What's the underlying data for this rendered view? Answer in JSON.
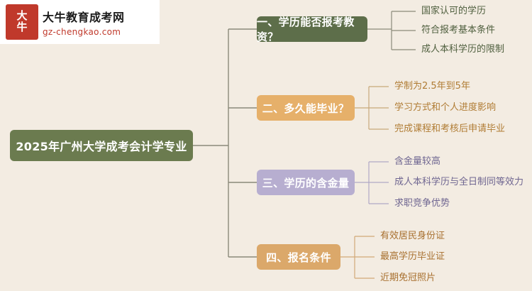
{
  "logo": {
    "mark_top": "大",
    "mark_bottom": "牛",
    "title": "大牛教育成考网",
    "subtitle": "gz-chengkao.com"
  },
  "mindmap": {
    "root": "2025年广州大学成考会计学专业",
    "branches": [
      {
        "id": "branch-1",
        "label": "一、学历能否报考教资？",
        "color": "#5d6e4a",
        "leaves": [
          "国家认可的学历",
          "符合报考基本条件",
          "成人本科学历的限制"
        ]
      },
      {
        "id": "branch-2",
        "label": "二、多久能毕业？",
        "color": "#e6b06a",
        "leaves": [
          "学制为2.5年到5年",
          "学习方式和个人进度影响",
          "完成课程和考核后申请毕业"
        ]
      },
      {
        "id": "branch-3",
        "label": "三、学历的含金量",
        "color": "#b7aed0",
        "leaves": [
          "含金量较高",
          "成人本科学历与全日制同等效力",
          "求职竞争优势"
        ]
      },
      {
        "id": "branch-4",
        "label": "四、报名条件",
        "color": "#dba86a",
        "leaves": [
          "有效居民身份证",
          "最高学历毕业证",
          "近期免冠照片"
        ]
      }
    ]
  },
  "colors": {
    "background": "#f3ece2",
    "root": "#6b7b4f",
    "accent_red": "#c0392b"
  }
}
